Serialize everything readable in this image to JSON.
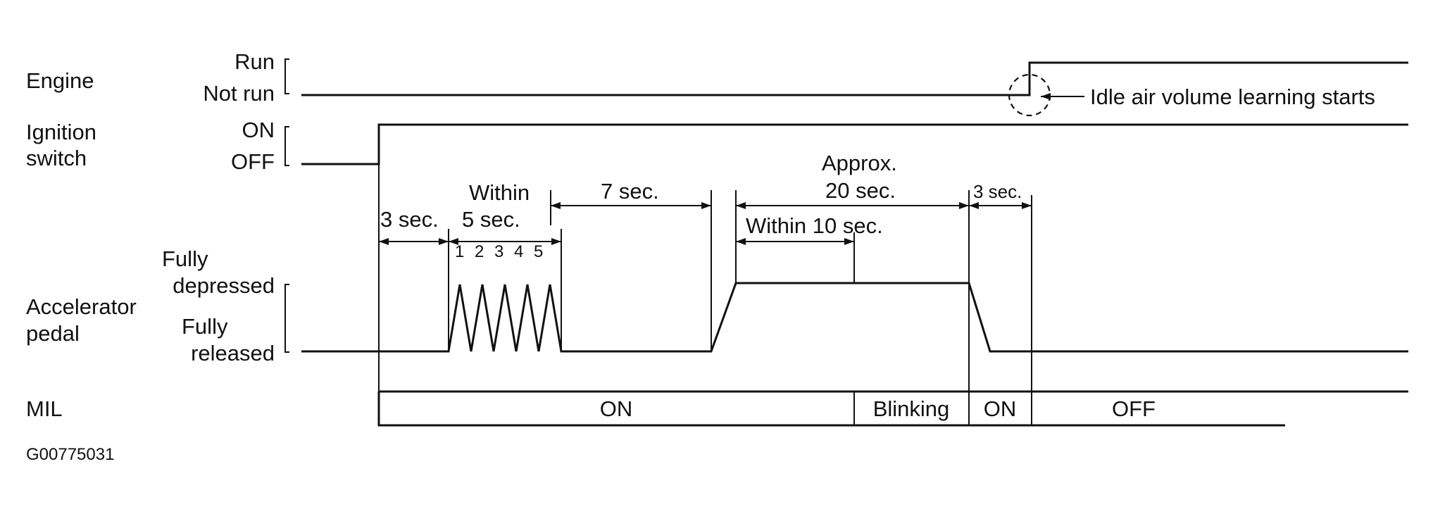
{
  "rows": {
    "engine": {
      "label": "Engine",
      "high": "Run",
      "low": "Not run"
    },
    "ignition": {
      "label_line1": "Ignition",
      "label_line2": "switch",
      "high": "ON",
      "low": "OFF"
    },
    "accelerator": {
      "label_line1": "Accelerator",
      "label_line2": "pedal",
      "high_line1": "Fully",
      "high_line2": "depressed",
      "low_line1": "Fully",
      "low_line2": "released"
    },
    "mil": {
      "label": "MIL",
      "segments": [
        "ON",
        "Blinking",
        "ON",
        "OFF"
      ]
    }
  },
  "timings": {
    "t1": "3 sec.",
    "t2_line1": "Within",
    "t2_line2": "5 sec.",
    "pedal_counts": [
      "1",
      "2",
      "3",
      "4",
      "5"
    ],
    "t3": "7 sec.",
    "t4_line1": "Approx.",
    "t4_line2": "20 sec.",
    "t5": "Within 10 sec.",
    "t6": "3 sec."
  },
  "annotation": "Idle air volume learning starts",
  "figure_id": "G00775031"
}
